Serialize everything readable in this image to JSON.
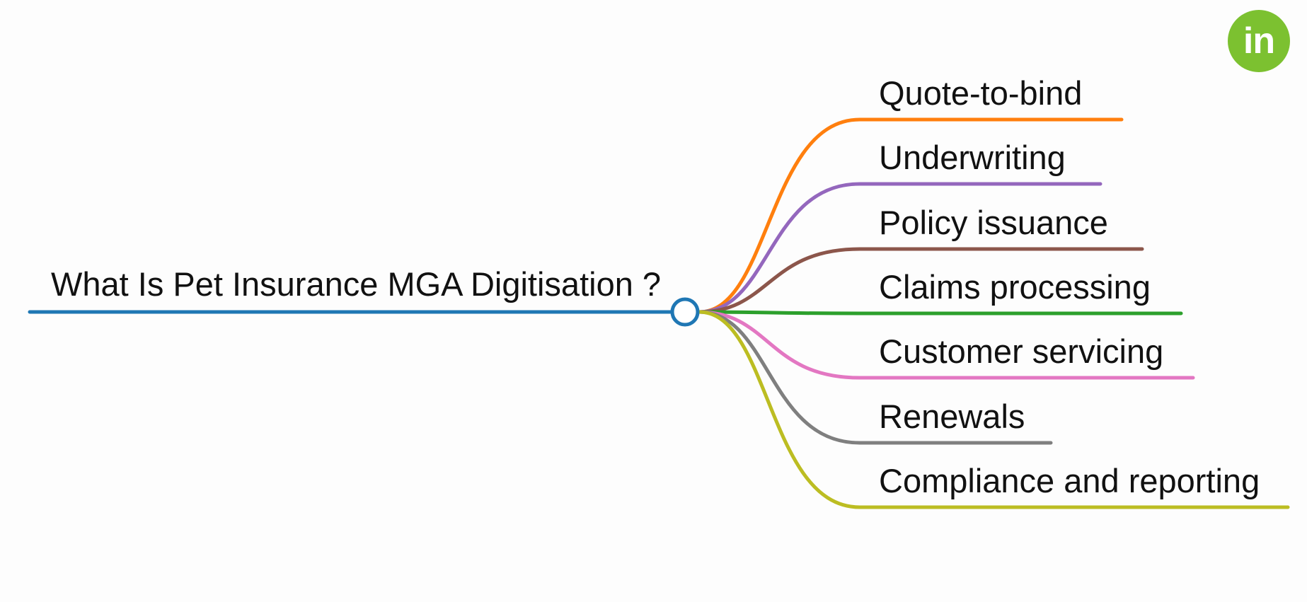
{
  "root": {
    "label": "What Is Pet Insurance MGA Digitisation ?",
    "color": "#1f77b4"
  },
  "branches": [
    {
      "label": "Quote-to-bind",
      "color": "#ff7f0e"
    },
    {
      "label": "Underwriting",
      "color": "#9467bd"
    },
    {
      "label": "Policy issuance",
      "color": "#8c564b"
    },
    {
      "label": "Claims processing",
      "color": "#2ca02c"
    },
    {
      "label": "Customer servicing",
      "color": "#e377c2"
    },
    {
      "label": "Renewals",
      "color": "#7f7f7f"
    },
    {
      "label": "Compliance and reporting",
      "color": "#bcbd22"
    }
  ],
  "badge": {
    "label": "in",
    "color": "#7cc130"
  }
}
